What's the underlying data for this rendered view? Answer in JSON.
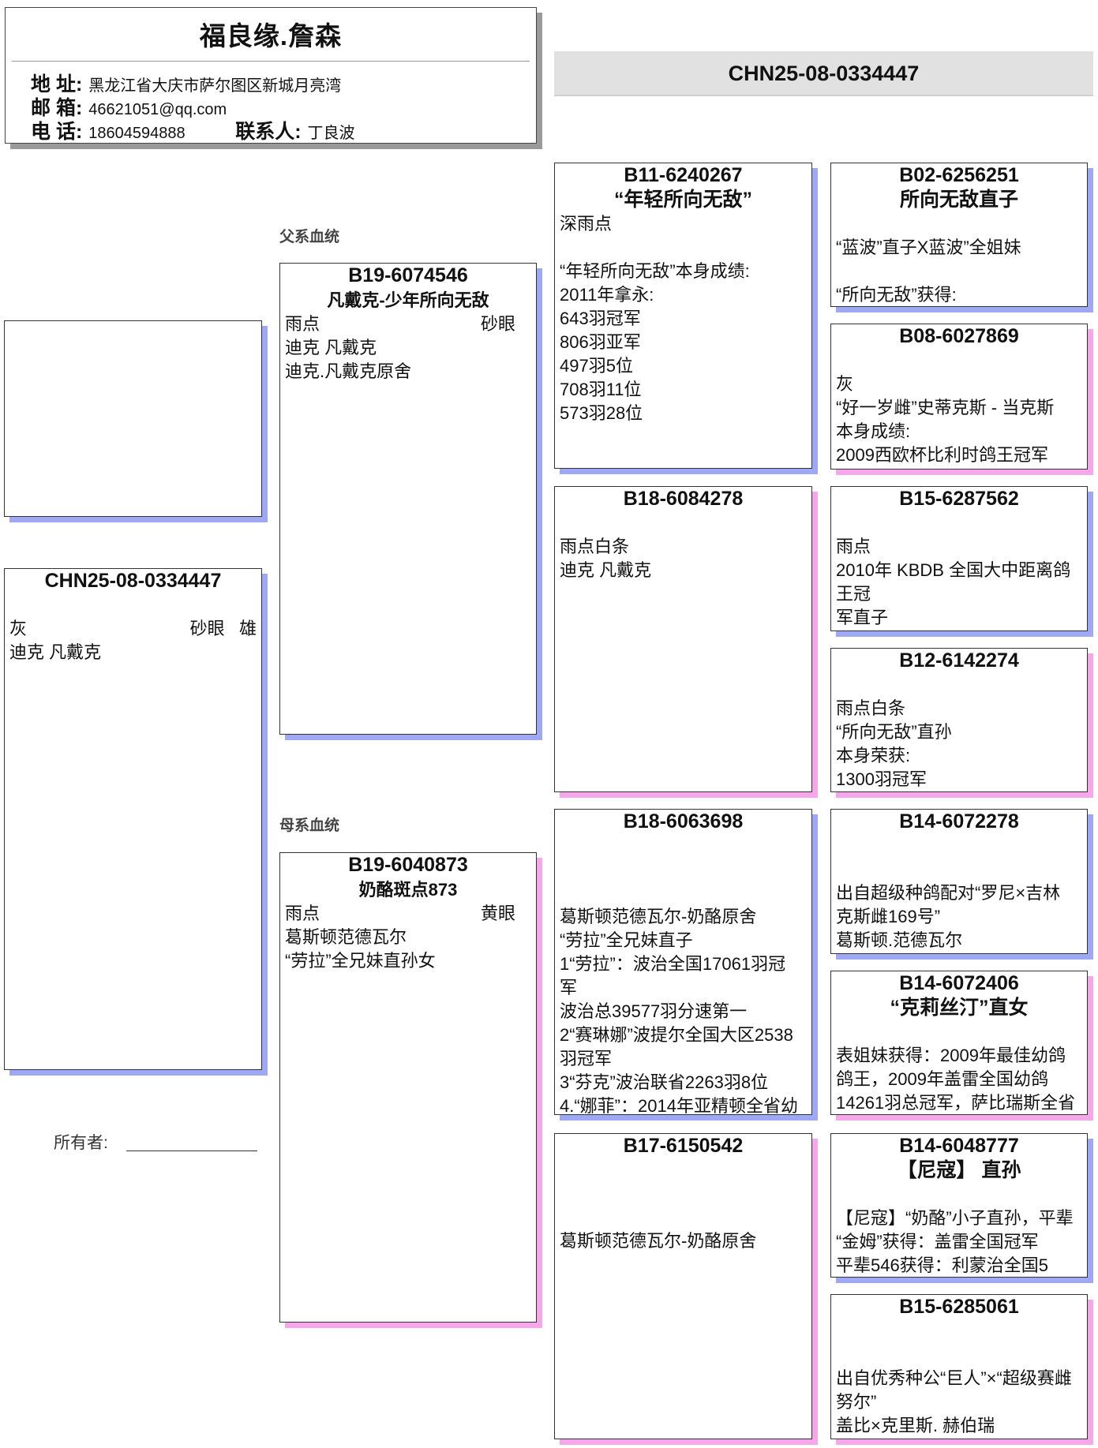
{
  "header": {
    "title": "福良缘.詹森",
    "address_label": "地 址:",
    "address": "黑龙江省大庆市萨尔图区新城月亮湾",
    "email_label": "邮 箱:",
    "email": "46621051@qq.com",
    "phone_label": "电 话:",
    "phone": "18604594888",
    "contact_label": "联系人:",
    "contact": "丁良波"
  },
  "ring_title": "CHN25-08-0334447",
  "sire_label": "父系血统",
  "dam_label": "母系血统",
  "owner_label": "所有者:",
  "colors": {
    "sire_shadow": "#9fa8f4",
    "dam_shadow": "#f6a6ea"
  },
  "main_bird": {
    "ring": "CHN25-08-0334447",
    "color": "灰",
    "eye": "砂眼",
    "sex": "雄",
    "lines": [
      "迪克 凡戴克"
    ]
  },
  "sire": {
    "titles": [
      "B19-6074546",
      "凡戴克-少年所向无敌"
    ],
    "left": "雨点",
    "right": "砂眼",
    "lines": [
      "迪克 凡戴克",
      "迪克.凡戴克原舍"
    ]
  },
  "dam": {
    "titles": [
      "B19-6040873",
      "奶酪斑点873"
    ],
    "left": "雨点",
    "right": "黄眼",
    "lines": [
      "葛斯顿范德瓦尔",
      "“劳拉”全兄妹直孙女"
    ]
  },
  "ancestors": [
    {
      "titles": [
        "B11-6240267",
        "“年轻所向无敌”"
      ],
      "lines": [
        "深雨点",
        "",
        "“年轻所向无敌”本身成绩:",
        "2011年拿永:",
        "643羽冠军",
        "806羽亚军",
        "497羽5位",
        "708羽11位",
        "573羽28位"
      ]
    },
    {
      "titles": [
        "B18-6084278"
      ],
      "lines": [
        "",
        "雨点白条",
        "迪克 凡戴克"
      ]
    },
    {
      "titles": [
        "B18-6063698"
      ],
      "lines": [
        "",
        "",
        "",
        "葛斯顿范德瓦尔-奶酪原舍",
        "“劳拉”全兄妹直子",
        "1“劳拉”：波治全国17061羽冠",
        "军",
        "波治总39577羽分速第一",
        "2“赛琳娜”波提尔全国大区2538",
        "羽冠军",
        "3“芬克”波治联省2263羽8位",
        "4.“娜菲”：2014年亚精顿全省幼"
      ]
    },
    {
      "titles": [
        "B17-6150542"
      ],
      "lines": [
        "",
        "",
        "",
        "葛斯顿范德瓦尔-奶酪原舍"
      ]
    },
    {
      "titles": [
        "B02-6256251",
        "所向无敌直子"
      ],
      "lines": [
        "",
        "“蓝波”直子X蓝波”全姐妹",
        "",
        "“所向无敌”获得:"
      ]
    },
    {
      "titles": [
        "B08-6027869"
      ],
      "lines": [
        "",
        "灰",
        "“好一岁雌”史蒂克斯 - 当克斯",
        "本身成绩:",
        "2009西欧杯比利时鸽王冠军"
      ]
    },
    {
      "titles": [
        "B15-6287562"
      ],
      "lines": [
        "",
        "雨点",
        "2010年 KBDB 全国大中距离鸽",
        "王冠",
        "军直子"
      ]
    },
    {
      "titles": [
        "B12-6142274"
      ],
      "lines": [
        "",
        "雨点白条",
        "“所向无敌”直孙",
        "本身荣获:",
        "1300羽冠军"
      ]
    },
    {
      "titles": [
        "B14-6072278"
      ],
      "lines": [
        "",
        "",
        "出自超级种鸽配对“罗尼×吉林",
        "克斯雌169号”",
        "葛斯顿.范德瓦尔"
      ]
    },
    {
      "titles": [
        "B14-6072406",
        "“克莉丝汀”直女"
      ],
      "lines": [
        "",
        "表姐妹获得：2009年最佳幼鸽",
        "鸽王，2009年盖雷全国幼鸽",
        "14261羽总冠军，萨比瑞斯全省"
      ]
    },
    {
      "titles": [
        "B14-6048777",
        "【尼寇】 直孙"
      ],
      "lines": [
        "",
        "【尼寇】“奶酪”小子直孙，平辈",
        "“金姆”获得：盖雷全国冠军",
        "平辈546获得：利蒙治全国5"
      ]
    },
    {
      "titles": [
        "B15-6285061"
      ],
      "lines": [
        "",
        "",
        "出自优秀种公“巨人”×“超级赛雌",
        "努尔”",
        "盖比×克里斯. 赫伯瑞"
      ]
    }
  ]
}
